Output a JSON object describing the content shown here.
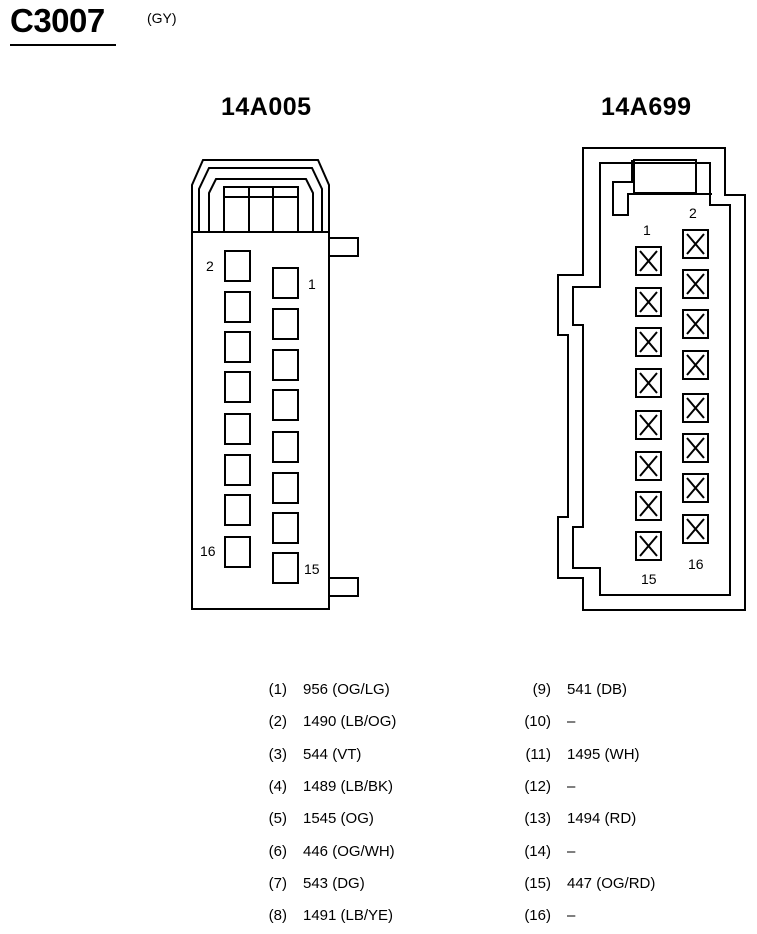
{
  "header": {
    "connector_id": "C3007",
    "connector_color": "(GY)"
  },
  "views": {
    "harness_side": {
      "part_number": "14A005",
      "pin_labels": [
        "2",
        "1",
        "16",
        "15"
      ]
    },
    "component_side": {
      "part_number": "14A699",
      "pin_labels": [
        "1",
        "2",
        "15",
        "16"
      ]
    }
  },
  "pinout": [
    {
      "num": "(1)",
      "circuit": "956 (OG/LG)"
    },
    {
      "num": "(2)",
      "circuit": "1490 (LB/OG)"
    },
    {
      "num": "(3)",
      "circuit": "544 (VT)"
    },
    {
      "num": "(4)",
      "circuit": "1489 (LB/BK)"
    },
    {
      "num": "(5)",
      "circuit": "1545 (OG)"
    },
    {
      "num": "(6)",
      "circuit": "446 (OG/WH)"
    },
    {
      "num": "(7)",
      "circuit": "543 (DG)"
    },
    {
      "num": "(8)",
      "circuit": "1491 (LB/YE)"
    },
    {
      "num": "(9)",
      "circuit": "541 (DB)"
    },
    {
      "num": "(10)",
      "circuit": "–"
    },
    {
      "num": "(11)",
      "circuit": "1495 (WH)"
    },
    {
      "num": "(12)",
      "circuit": "–"
    },
    {
      "num": "(13)",
      "circuit": "1494 (RD)"
    },
    {
      "num": "(14)",
      "circuit": "–"
    },
    {
      "num": "(15)",
      "circuit": "447 (OG/RD)"
    },
    {
      "num": "(16)",
      "circuit": "–"
    }
  ]
}
